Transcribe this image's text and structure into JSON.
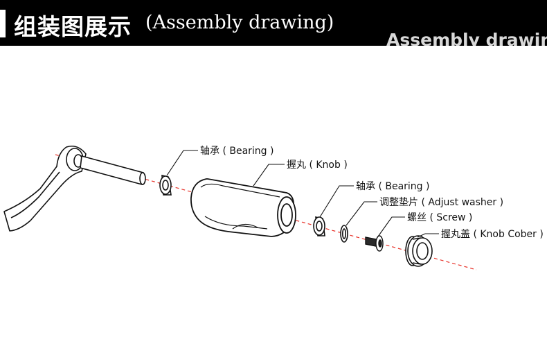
{
  "header": {
    "title_cn": "组装图展示",
    "title_en": "(Assembly drawing)",
    "watermark": "Assembly drawing"
  },
  "labels": {
    "bearing_1": "轴承 ( Bearing )",
    "knob": "握丸 ( Knob )",
    "bearing_2": "轴承 ( Bearing )",
    "adjust_washer": "调整垫片 ( Adjust washer )",
    "screw": "螺丝 ( Screw )",
    "knob_cober": "握丸盖 ( Knob Cober )"
  },
  "colors": {
    "axis_line": "#e8332a",
    "header_bg": "#000000",
    "stroke": "#111111"
  }
}
